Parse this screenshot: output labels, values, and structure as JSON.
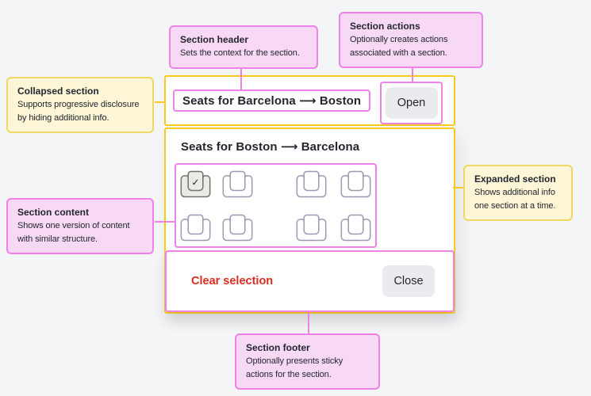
{
  "accordion": {
    "collapsed": {
      "header_title": "Seats for Barcelona ⟶ Boston",
      "action_label": "Open"
    },
    "expanded": {
      "header_title": "Seats for Boston ⟶ Barcelona",
      "seats": {
        "rows": 2,
        "columns": 4,
        "total": 8,
        "selected_seat_index": 1,
        "check_glyph": "✓"
      },
      "footer": {
        "clear_label": "Clear selection",
        "close_label": "Close"
      }
    }
  },
  "callouts": {
    "section_header": {
      "title": "Section header",
      "body": "Sets the context for the section."
    },
    "section_actions": {
      "title": "Section actions",
      "body": "Optionally creates actions\nassociated with a section."
    },
    "collapsed_section": {
      "title": "Collapsed section",
      "body": "Supports progressive disclosure\nby hiding additional info."
    },
    "section_content": {
      "title": "Section content",
      "body": "Shows one version of content\nwith similar structure."
    },
    "expanded_section": {
      "title": "Expanded section",
      "body": "Shows additional info\none section at a time."
    },
    "section_footer": {
      "title": "Section footer",
      "body": "Optionally presents sticky\nactions for the section."
    }
  },
  "colors": {
    "page_bg": "#f4f5f6",
    "card_bg": "#ffffff",
    "highlight_pink": "#ee82e6",
    "highlight_yellow": "#f7ca1d",
    "callout_pink_bg": "#f8d9f5",
    "callout_pink_border": "#ee82e6",
    "callout_yellow_bg": "#fcf6d7",
    "callout_yellow_border": "#f0d765",
    "text": "#23262e",
    "danger": "#da2c1f",
    "button_bg": "#e9ebee",
    "seat_outline": "#979cb0",
    "seat_selected_bg": "#e9ebe6",
    "seat_selected_outline": "#70756a"
  }
}
